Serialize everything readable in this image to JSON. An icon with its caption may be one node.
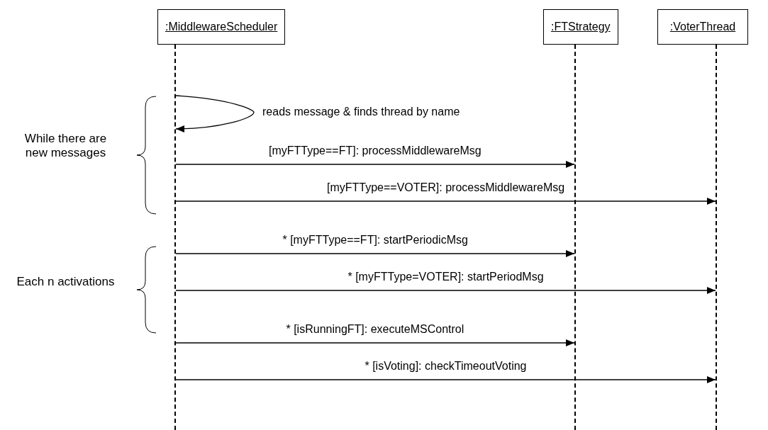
{
  "diagram": {
    "nodes": [
      {
        "text": [
          ":MiddlewareScheduler"
        ]
      },
      {
        "text": [
          ":FTStrategy"
        ]
      },
      {
        "text": [
          ":VoterThread"
        ]
      },
      {
        "text": [],
        "shape": "bar"
      },
      {
        "text": [],
        "shape": "bar"
      },
      {
        "text": [],
        "shape": "bar"
      }
    ],
    "edges": [
      {
        "from": 3,
        "to": 3,
        "arrow": "to",
        "label": "reads message & finds thread by name"
      },
      {
        "from": 3,
        "to": 4,
        "arrow": "to",
        "label": "[myFTType==FT]: processMiddlewareMsg"
      },
      {
        "from": 3,
        "to": 5,
        "arrow": "to",
        "label": "[myFTType==VOTER]: processMiddlewareMsg"
      },
      {
        "from": 3,
        "to": 4,
        "arrow": "to",
        "label": "* [myFTType==FT]: startPeriodicMsg"
      },
      {
        "from": 3,
        "to": 5,
        "arrow": "to",
        "label": "* [myFTType=VOTER]: startPeriodMsg"
      },
      {
        "from": 3,
        "to": 4,
        "arrow": "to",
        "label": "* [isRunningFT]: executeMSControl"
      },
      {
        "from": 3,
        "to": 5,
        "arrow": "to",
        "label": "* [isVoting]: checkTimeoutVoting"
      }
    ],
    "labels": [
      "While there are new messages",
      "Each n activations"
    ]
  }
}
